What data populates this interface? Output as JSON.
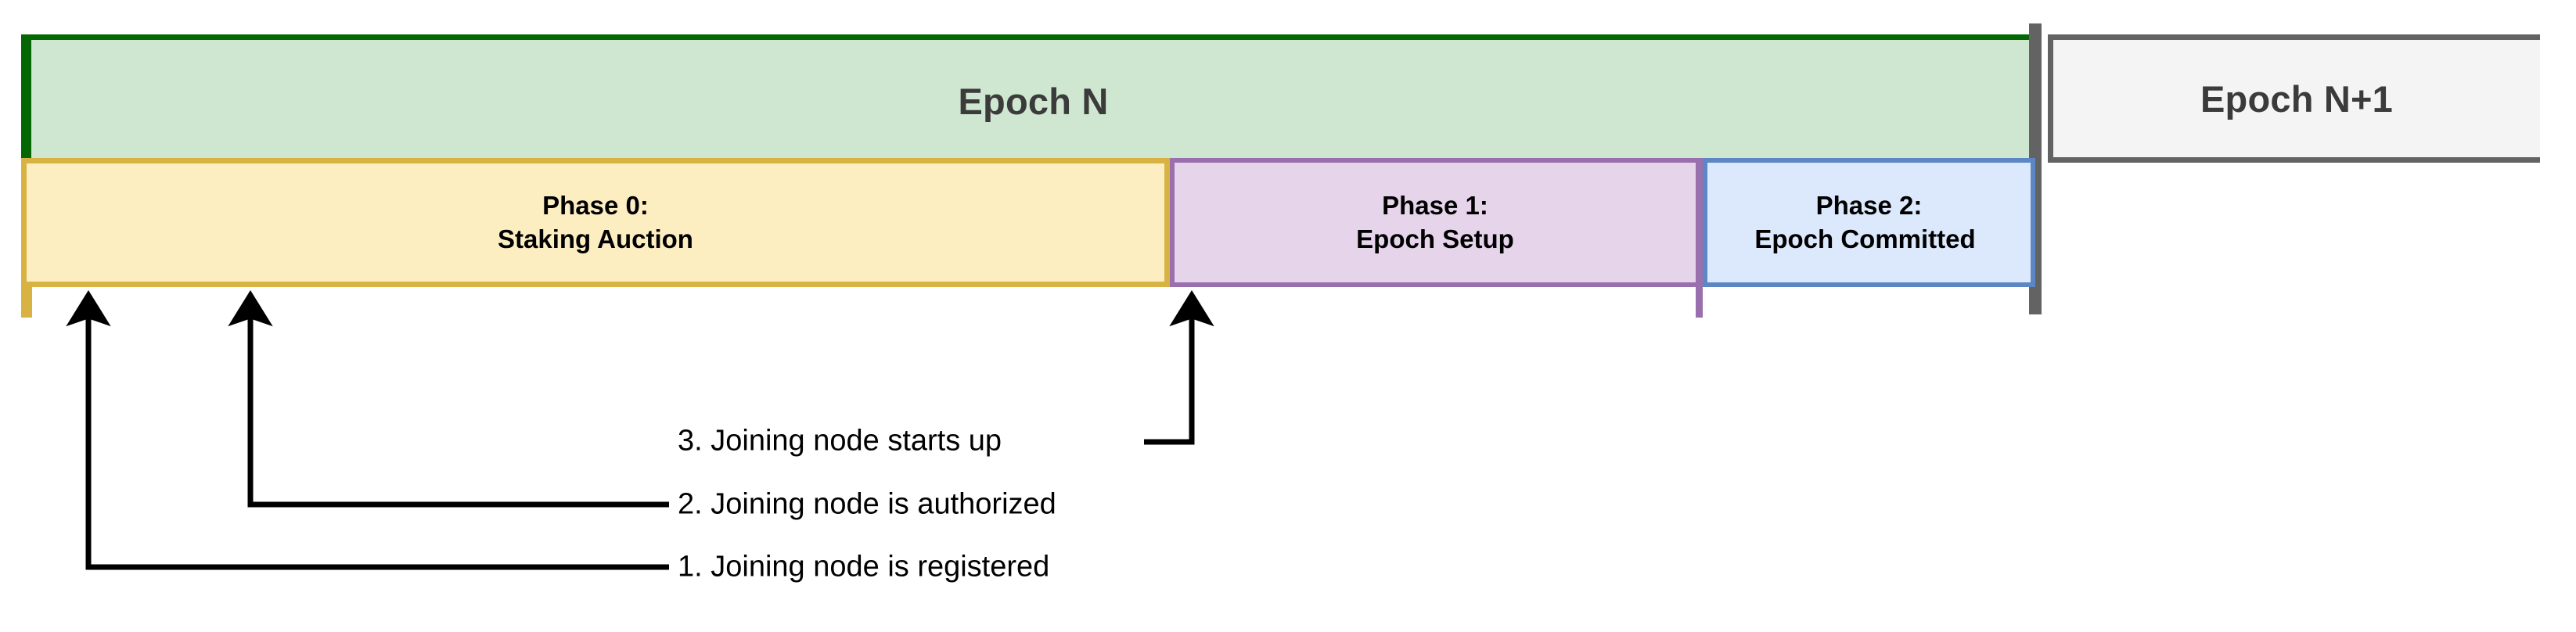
{
  "diagram": {
    "title": "Epoch phase timeline with joining-node steps",
    "colors": {
      "epoch_n_fill": "#cfe7d0",
      "epoch_n_border": "#046704",
      "epoch_n1_fill": "#f4f4f4",
      "epoch_n1_border": "#636363",
      "phase0_fill": "#fdeec2",
      "phase0_border": "#d8b343",
      "phase1_fill": "#e5d4ea",
      "phase1_border": "#9a6fae",
      "phase2_fill": "#dce8fb",
      "phase2_border": "#5d87c4",
      "arrow_color": "#000000",
      "epoch_label_color": "#3b3b3b",
      "phase_label_color": "#000000"
    },
    "epochs": [
      {
        "id": "epoch-n",
        "label": "Epoch N"
      },
      {
        "id": "epoch-n-plus-1",
        "label": "Epoch N+1"
      }
    ],
    "phases": [
      {
        "id": "phase-0",
        "line1": "Phase 0:",
        "line2": "Staking Auction"
      },
      {
        "id": "phase-1",
        "line1": "Phase 1:",
        "line2": "Epoch Setup"
      },
      {
        "id": "phase-2",
        "line1": "Phase 2:",
        "line2": "Epoch Committed"
      }
    ],
    "steps": [
      {
        "id": "step-1",
        "number": "1.",
        "label": "1. Joining node is registered"
      },
      {
        "id": "step-2",
        "number": "2.",
        "label": "2. Joining node is authorized"
      },
      {
        "id": "step-3",
        "number": "3.",
        "label": "3. Joining node starts up"
      }
    ]
  }
}
